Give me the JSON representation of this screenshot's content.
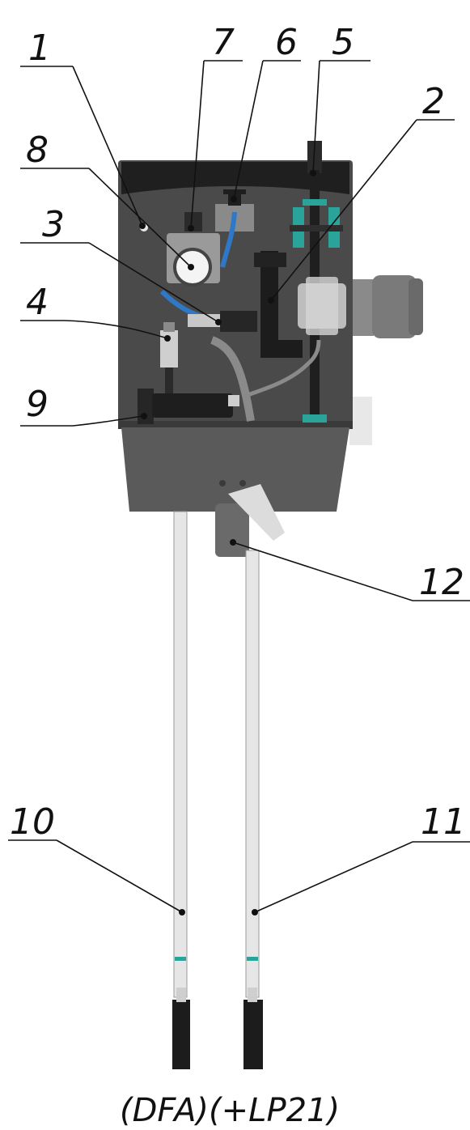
{
  "callouts": [
    {
      "id": "1",
      "label": "1"
    },
    {
      "id": "2",
      "label": "2"
    },
    {
      "id": "3",
      "label": "3"
    },
    {
      "id": "4",
      "label": "4"
    },
    {
      "id": "5",
      "label": "5"
    },
    {
      "id": "6",
      "label": "6"
    },
    {
      "id": "7",
      "label": "7"
    },
    {
      "id": "8",
      "label": "8"
    },
    {
      "id": "9",
      "label": "9"
    },
    {
      "id": "10",
      "label": "10"
    },
    {
      "id": "11",
      "label": "11"
    },
    {
      "id": "12",
      "label": "12"
    }
  ],
  "caption": "(DFA)(+LP21)",
  "colors": {
    "cabinet": "#4a4a4a",
    "cabinet_top": "#1f1f1f",
    "lower_housing": "#5a5a5a",
    "probe_rod": "#e6e6e6",
    "probe_tip": "#1c1c1c",
    "blue_hose": "#2f78c8",
    "teal_fitting": "#2aa39a",
    "motor": "#777777"
  }
}
